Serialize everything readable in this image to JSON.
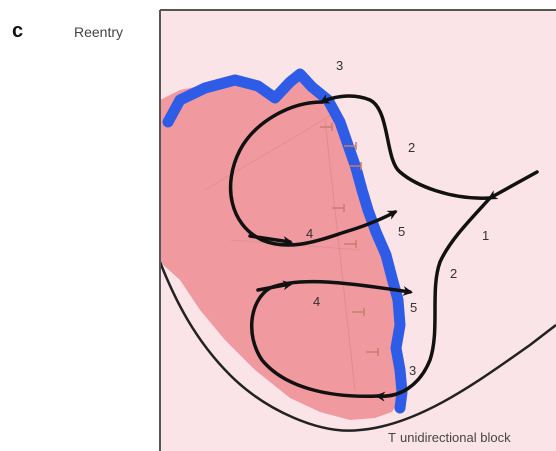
{
  "panel": {
    "letter": "c",
    "title": "Reentry"
  },
  "pathway_labels": {
    "l1": "1",
    "l2_top": "2",
    "l2_bottom": "2",
    "l3_top": "3",
    "l3_bottom": "3",
    "l4_top": "4",
    "l4_bottom": "4",
    "l5_top": "5",
    "l5_bottom": "5"
  },
  "legend": {
    "symbol": "T",
    "label": "unidirectional block"
  },
  "colors": {
    "background": "#fbe4e8",
    "tissue": "#f09aa0",
    "conduction_barrier": "#2f5ce6",
    "pathway": "#111111",
    "block_marker": "#c77d6e"
  }
}
